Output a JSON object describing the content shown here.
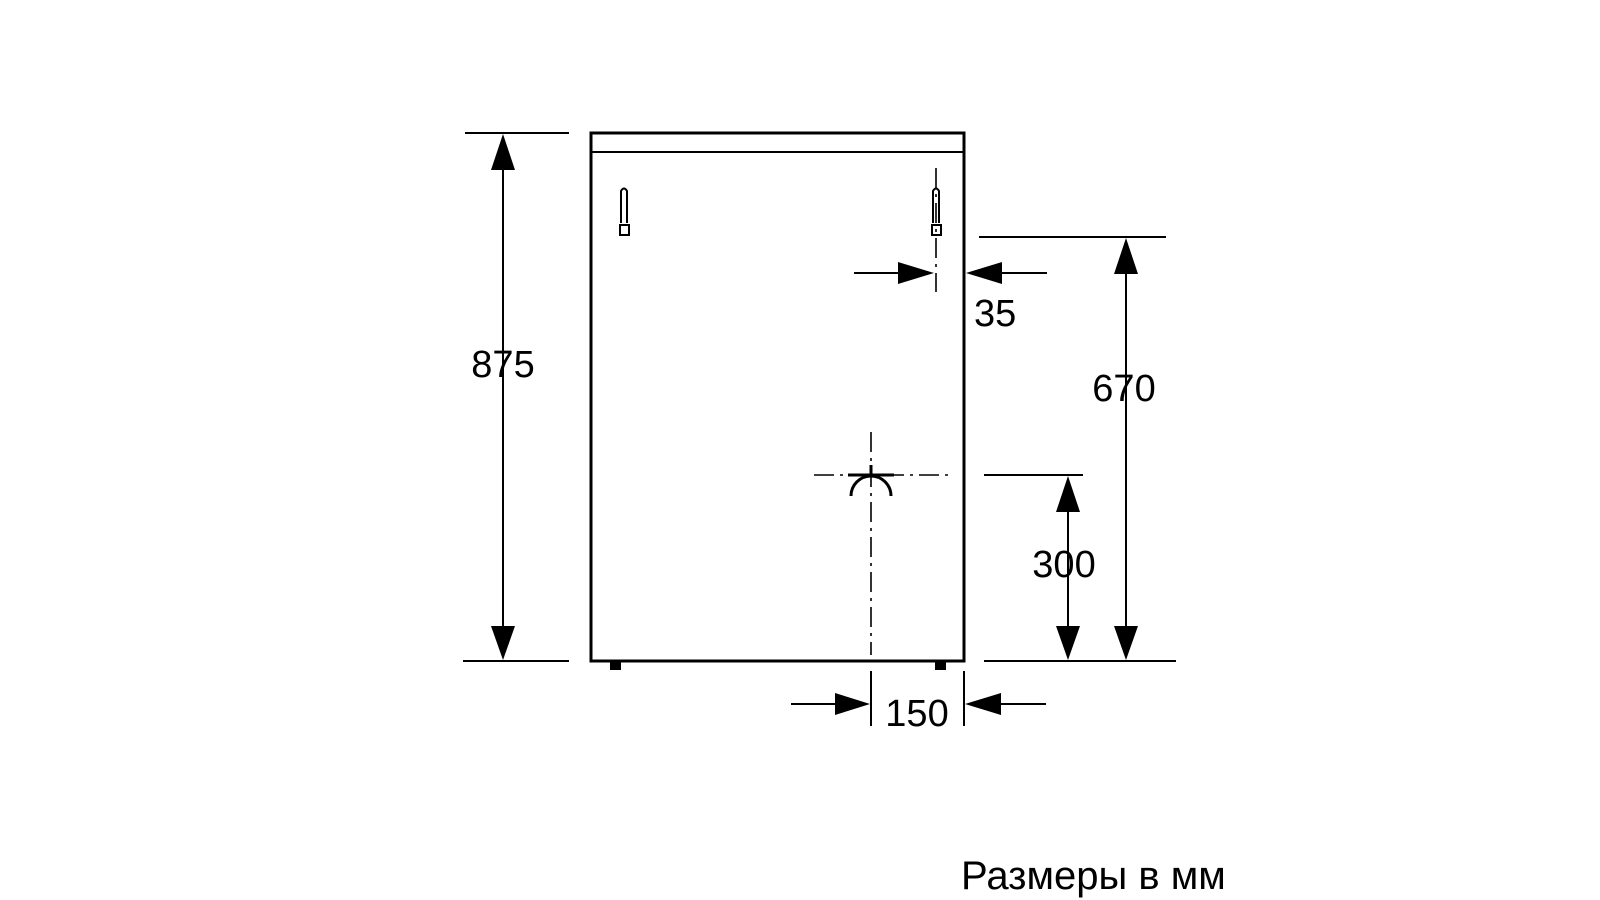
{
  "dimensions": {
    "overall_height": "875",
    "top_offset": "35",
    "connection_height": "670",
    "outlet_height": "300",
    "outlet_offset": "150"
  },
  "caption": "Размеры в мм"
}
